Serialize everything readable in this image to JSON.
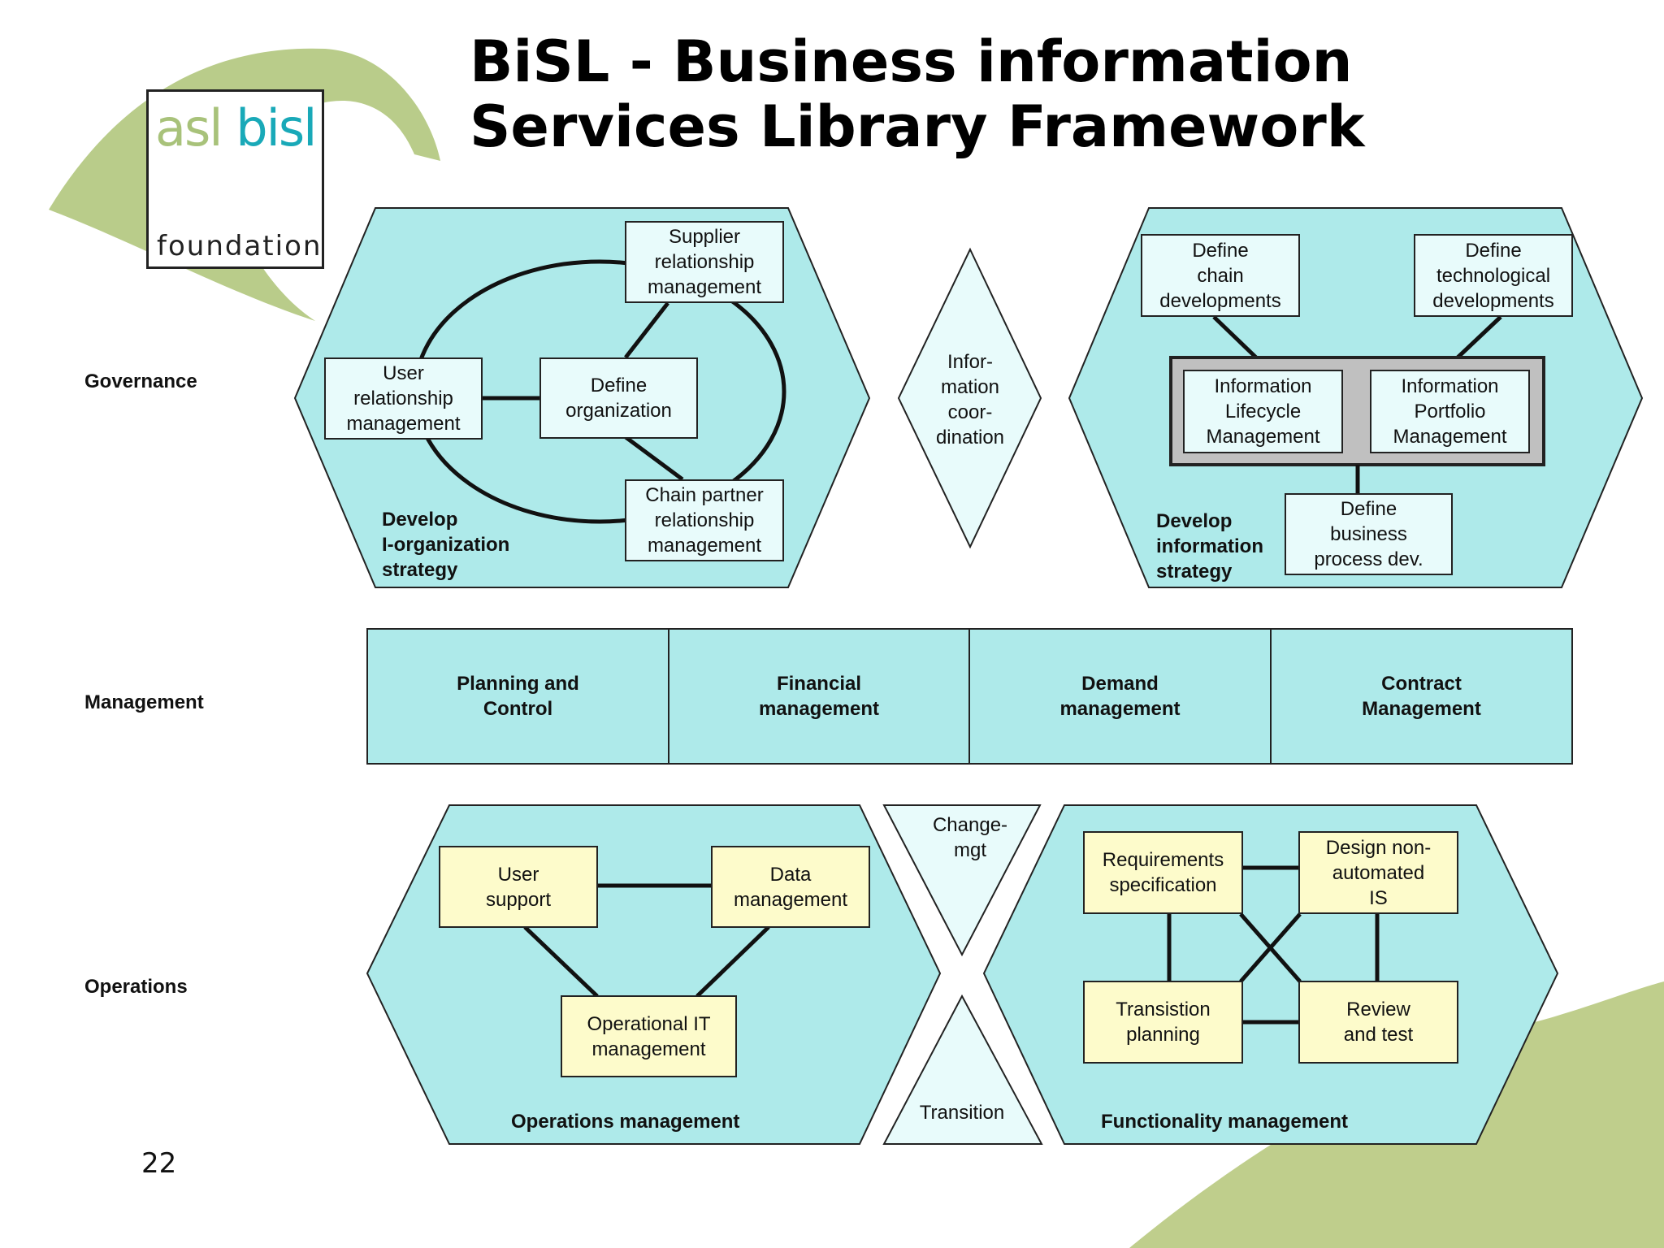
{
  "title": {
    "line1": "BiSL - Business information",
    "line2": "Services Library Framework"
  },
  "logo": {
    "asl": "asl",
    "bisl": "bisl",
    "foundation": "foundation"
  },
  "row_labels": {
    "governance": "Governance",
    "management": "Management",
    "operations": "Operations"
  },
  "governance": {
    "left": {
      "caption": "Develop\nI-organization\nstrategy",
      "supplier": "Supplier\nrelationship\nmanagement",
      "user": "User\nrelationship\nmanagement",
      "define_org": "Define\norganization",
      "chain_partner": "Chain partner\nrelationship\nmanagement"
    },
    "center": {
      "label": "Infor-\nmation\ncoor-\ndination"
    },
    "right": {
      "caption": "Develop\ninformation\nstrategy",
      "define_chain": "Define\nchain\ndevelopments",
      "define_tech": "Define\ntechnological\ndevelopments",
      "ilm": "Information\nLifecycle\nManagement",
      "ipm": "Information\nPortfolio\nManagement",
      "define_bpd": "Define\nbusiness\nprocess dev."
    }
  },
  "management": {
    "cells": [
      "Planning and\nControl",
      "Financial\nmanagement",
      "Demand\nmanagement",
      "Contract\nManagement"
    ]
  },
  "operations": {
    "left": {
      "caption": "Operations management",
      "user_support": "User\nsupport",
      "data_mgmt": "Data\nmanagement",
      "op_it": "Operational IT\nmanagement"
    },
    "center": {
      "change_mgt": "Change-\nmgt",
      "transition": "Transition"
    },
    "right": {
      "caption": "Functionality management",
      "requirements": "Requirements\nspecification",
      "design": "Design non-\nautomated\nIS",
      "transition_planning": "Transistion\nplanning",
      "review": "Review\nand test"
    }
  },
  "page_number": "22",
  "colors": {
    "cyan_fill": "#aeeaea",
    "box_cyan": "#e8fbfb",
    "box_yellow": "#fdfbcb",
    "grey_frame": "#c0c0c0",
    "decor_green": "#b9cc8a"
  }
}
